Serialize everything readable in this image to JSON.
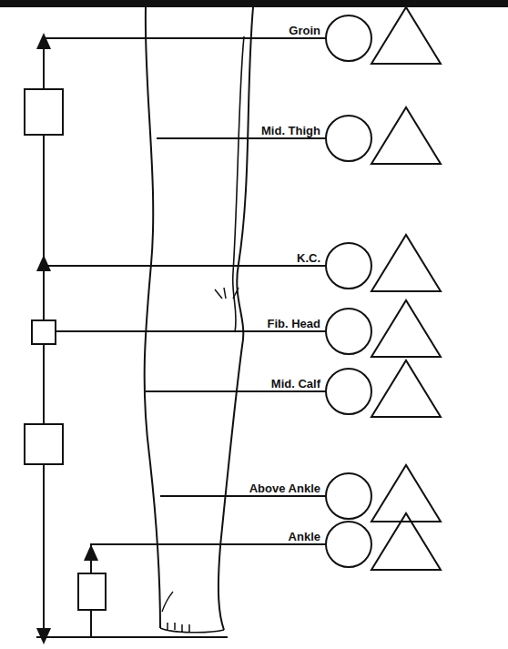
{
  "diagram": {
    "labels": [
      "Groin",
      "Mid. Thigh",
      "K.C.",
      "Fib. Head",
      "Mid. Calf",
      "Above Ankle",
      "Ankle"
    ]
  }
}
